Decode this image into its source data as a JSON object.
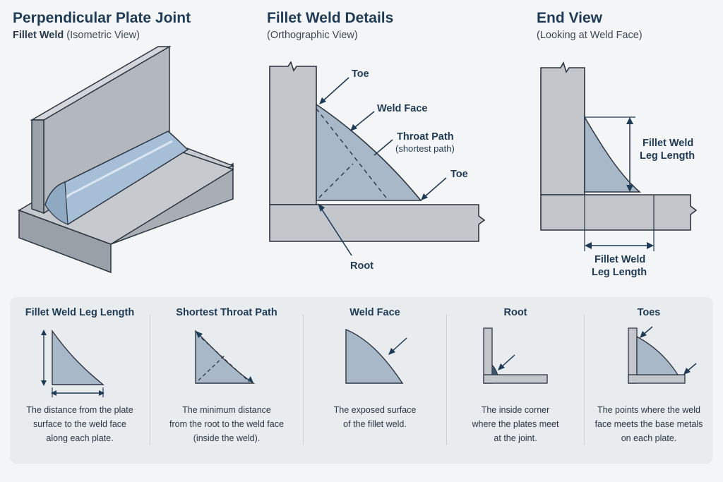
{
  "col1": {
    "title": "Perpendicular Plate Joint",
    "subtitle_bold": "Fillet Weld",
    "subtitle_rest": " (Isometric View)"
  },
  "col2": {
    "title": "Fillet Weld Details",
    "subtitle": "(Orthographic View)",
    "labels": {
      "toe_top": "Toe",
      "weld_face": "Weld Face",
      "throat_path": "Throat Path",
      "throat_path_note": "(shortest path)",
      "toe_right": "Toe",
      "root": "Root"
    }
  },
  "col3": {
    "title": "End View",
    "subtitle": "(Looking at Weld Face)",
    "labels": {
      "leg_vertical_1": "Fillet Weld",
      "leg_vertical_2": "Leg Length",
      "leg_horizontal_1": "Fillet Weld",
      "leg_horizontal_2": "Leg Length"
    }
  },
  "cards": [
    {
      "title": "Fillet Weld Leg Length",
      "desc": "The distance from the plate\nsurface to the weld face\nalong each plate."
    },
    {
      "title": "Shortest Throat Path",
      "desc": "The minimum distance\nfrom the root to the weld face\n(inside the weld)."
    },
    {
      "title": "Weld Face",
      "desc": "The exposed surface\nof the fillet weld."
    },
    {
      "title": "Root",
      "desc": "The inside corner\nwhere the plates meet\nat the joint."
    },
    {
      "title": "Toes",
      "desc": "The points where the weld\nface meets the base metals\non each plate."
    }
  ],
  "colors": {
    "plate": "#c3c7cc",
    "plate_dark": "#9aa0a7",
    "weld": "#a9b8c8",
    "line": "#2c3540",
    "navy": "#1f3a54",
    "panel": "#e9ecef"
  }
}
